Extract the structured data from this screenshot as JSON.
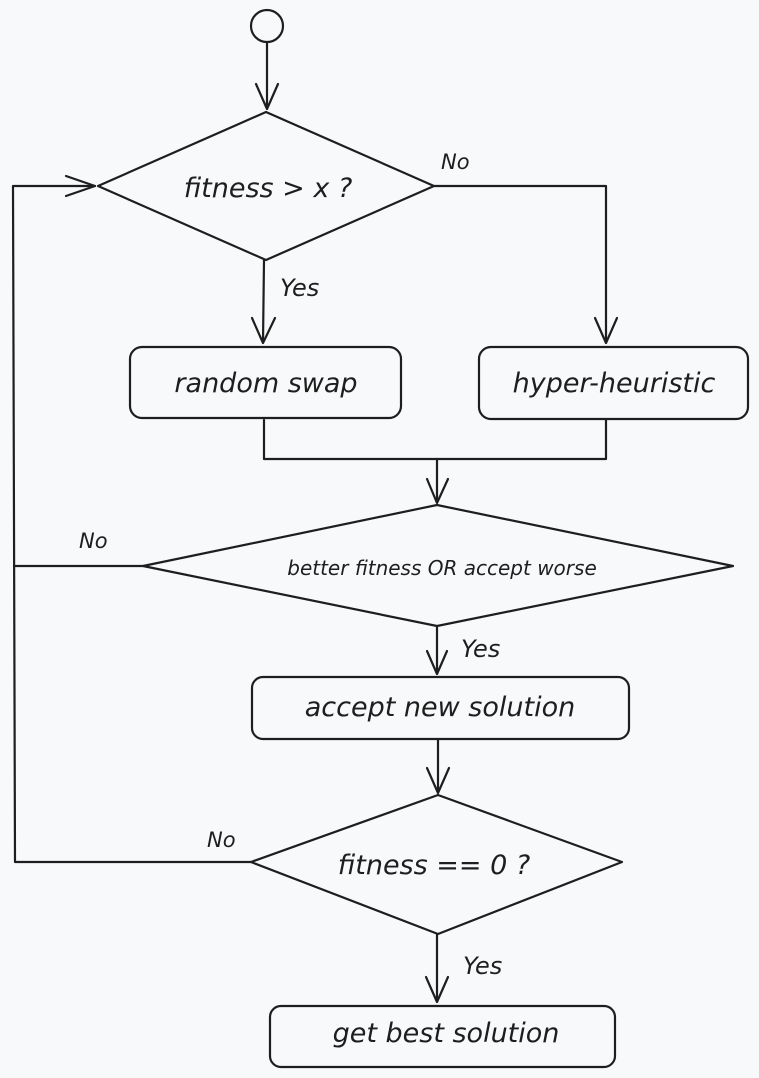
{
  "flowchart": {
    "nodes": {
      "start": {
        "type": "start-circle"
      },
      "decision_fitness_x": {
        "type": "decision",
        "label": "fitness > x ?"
      },
      "random_swap": {
        "type": "process",
        "label": "random swap"
      },
      "hyper_heuristic": {
        "type": "process",
        "label": "hyper-heuristic"
      },
      "decision_accept": {
        "type": "decision",
        "label": "better fitness OR accept worse"
      },
      "accept_new_solution": {
        "type": "process",
        "label": "accept new solution"
      },
      "decision_fitness_zero": {
        "type": "decision",
        "label": "fitness == 0 ?"
      },
      "get_best_solution": {
        "type": "process",
        "label": "get best solution"
      }
    },
    "edges": [
      {
        "from": "start",
        "to": "decision_fitness_x",
        "label": ""
      },
      {
        "from": "decision_fitness_x",
        "to": "random_swap",
        "label": "Yes"
      },
      {
        "from": "decision_fitness_x",
        "to": "hyper_heuristic",
        "label": "No"
      },
      {
        "from": "random_swap",
        "to": "decision_accept",
        "label": ""
      },
      {
        "from": "hyper_heuristic",
        "to": "decision_accept",
        "label": ""
      },
      {
        "from": "decision_accept",
        "to": "accept_new_solution",
        "label": "Yes"
      },
      {
        "from": "decision_accept",
        "to": "decision_fitness_x",
        "label": "No"
      },
      {
        "from": "accept_new_solution",
        "to": "decision_fitness_zero",
        "label": ""
      },
      {
        "from": "decision_fitness_zero",
        "to": "get_best_solution",
        "label": "Yes"
      },
      {
        "from": "decision_fitness_zero",
        "to": "decision_fitness_x",
        "label": "No"
      }
    ],
    "edge_labels": {
      "d1_no": "No",
      "d1_yes": "Yes",
      "d2_no": "No",
      "d2_yes": "Yes",
      "d3_no": "No",
      "d3_yes": "Yes"
    }
  }
}
